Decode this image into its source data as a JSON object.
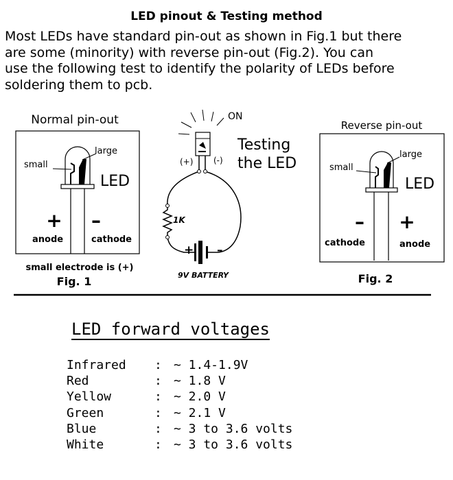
{
  "title": "LED pinout & Testing method",
  "intro": [
    "Most LEDs have standard pin-out as shown in Fig.1 but there",
    "are some (minority) with reverse pin-out (Fig.2).  You can",
    "use the following test to identify the polarity of LEDs before",
    "soldering them to pcb."
  ],
  "fig1": {
    "heading": "Normal pin-out",
    "small": "small",
    "large": "large",
    "led": "LED",
    "plus": "+",
    "minus": "–",
    "left_label": "anode",
    "right_label": "cathode",
    "note": "small electrode is (+)",
    "caption": "Fig. 1"
  },
  "fig2": {
    "heading": "Reverse  pin-out",
    "small": "small",
    "large": "large",
    "led": "LED",
    "minus": "–",
    "plus": "+",
    "left_label": "cathode",
    "right_label": "anode",
    "caption": "Fig. 2"
  },
  "test": {
    "on": "ON",
    "title_line1": "Testing",
    "title_line2": "the LED",
    "plus_pin": "(+)",
    "minus_pin": "(-)",
    "resistor": "1K",
    "battery_plus": "+",
    "battery_minus": "–",
    "battery": "9V BATTERY"
  },
  "voltages": {
    "title": "LED forward voltages",
    "separator": ":",
    "rows": [
      {
        "color": "Infrared",
        "value": "~ 1.4-1.9V"
      },
      {
        "color": "Red",
        "value": "~ 1.8 V"
      },
      {
        "color": "Yellow",
        "value": "~ 2.0 V"
      },
      {
        "color": "Green",
        "value": "~ 2.1 V"
      },
      {
        "color": "Blue",
        "value": "~ 3 to 3.6 volts"
      },
      {
        "color": "White",
        "value": "~ 3 to 3.6 volts"
      }
    ]
  }
}
